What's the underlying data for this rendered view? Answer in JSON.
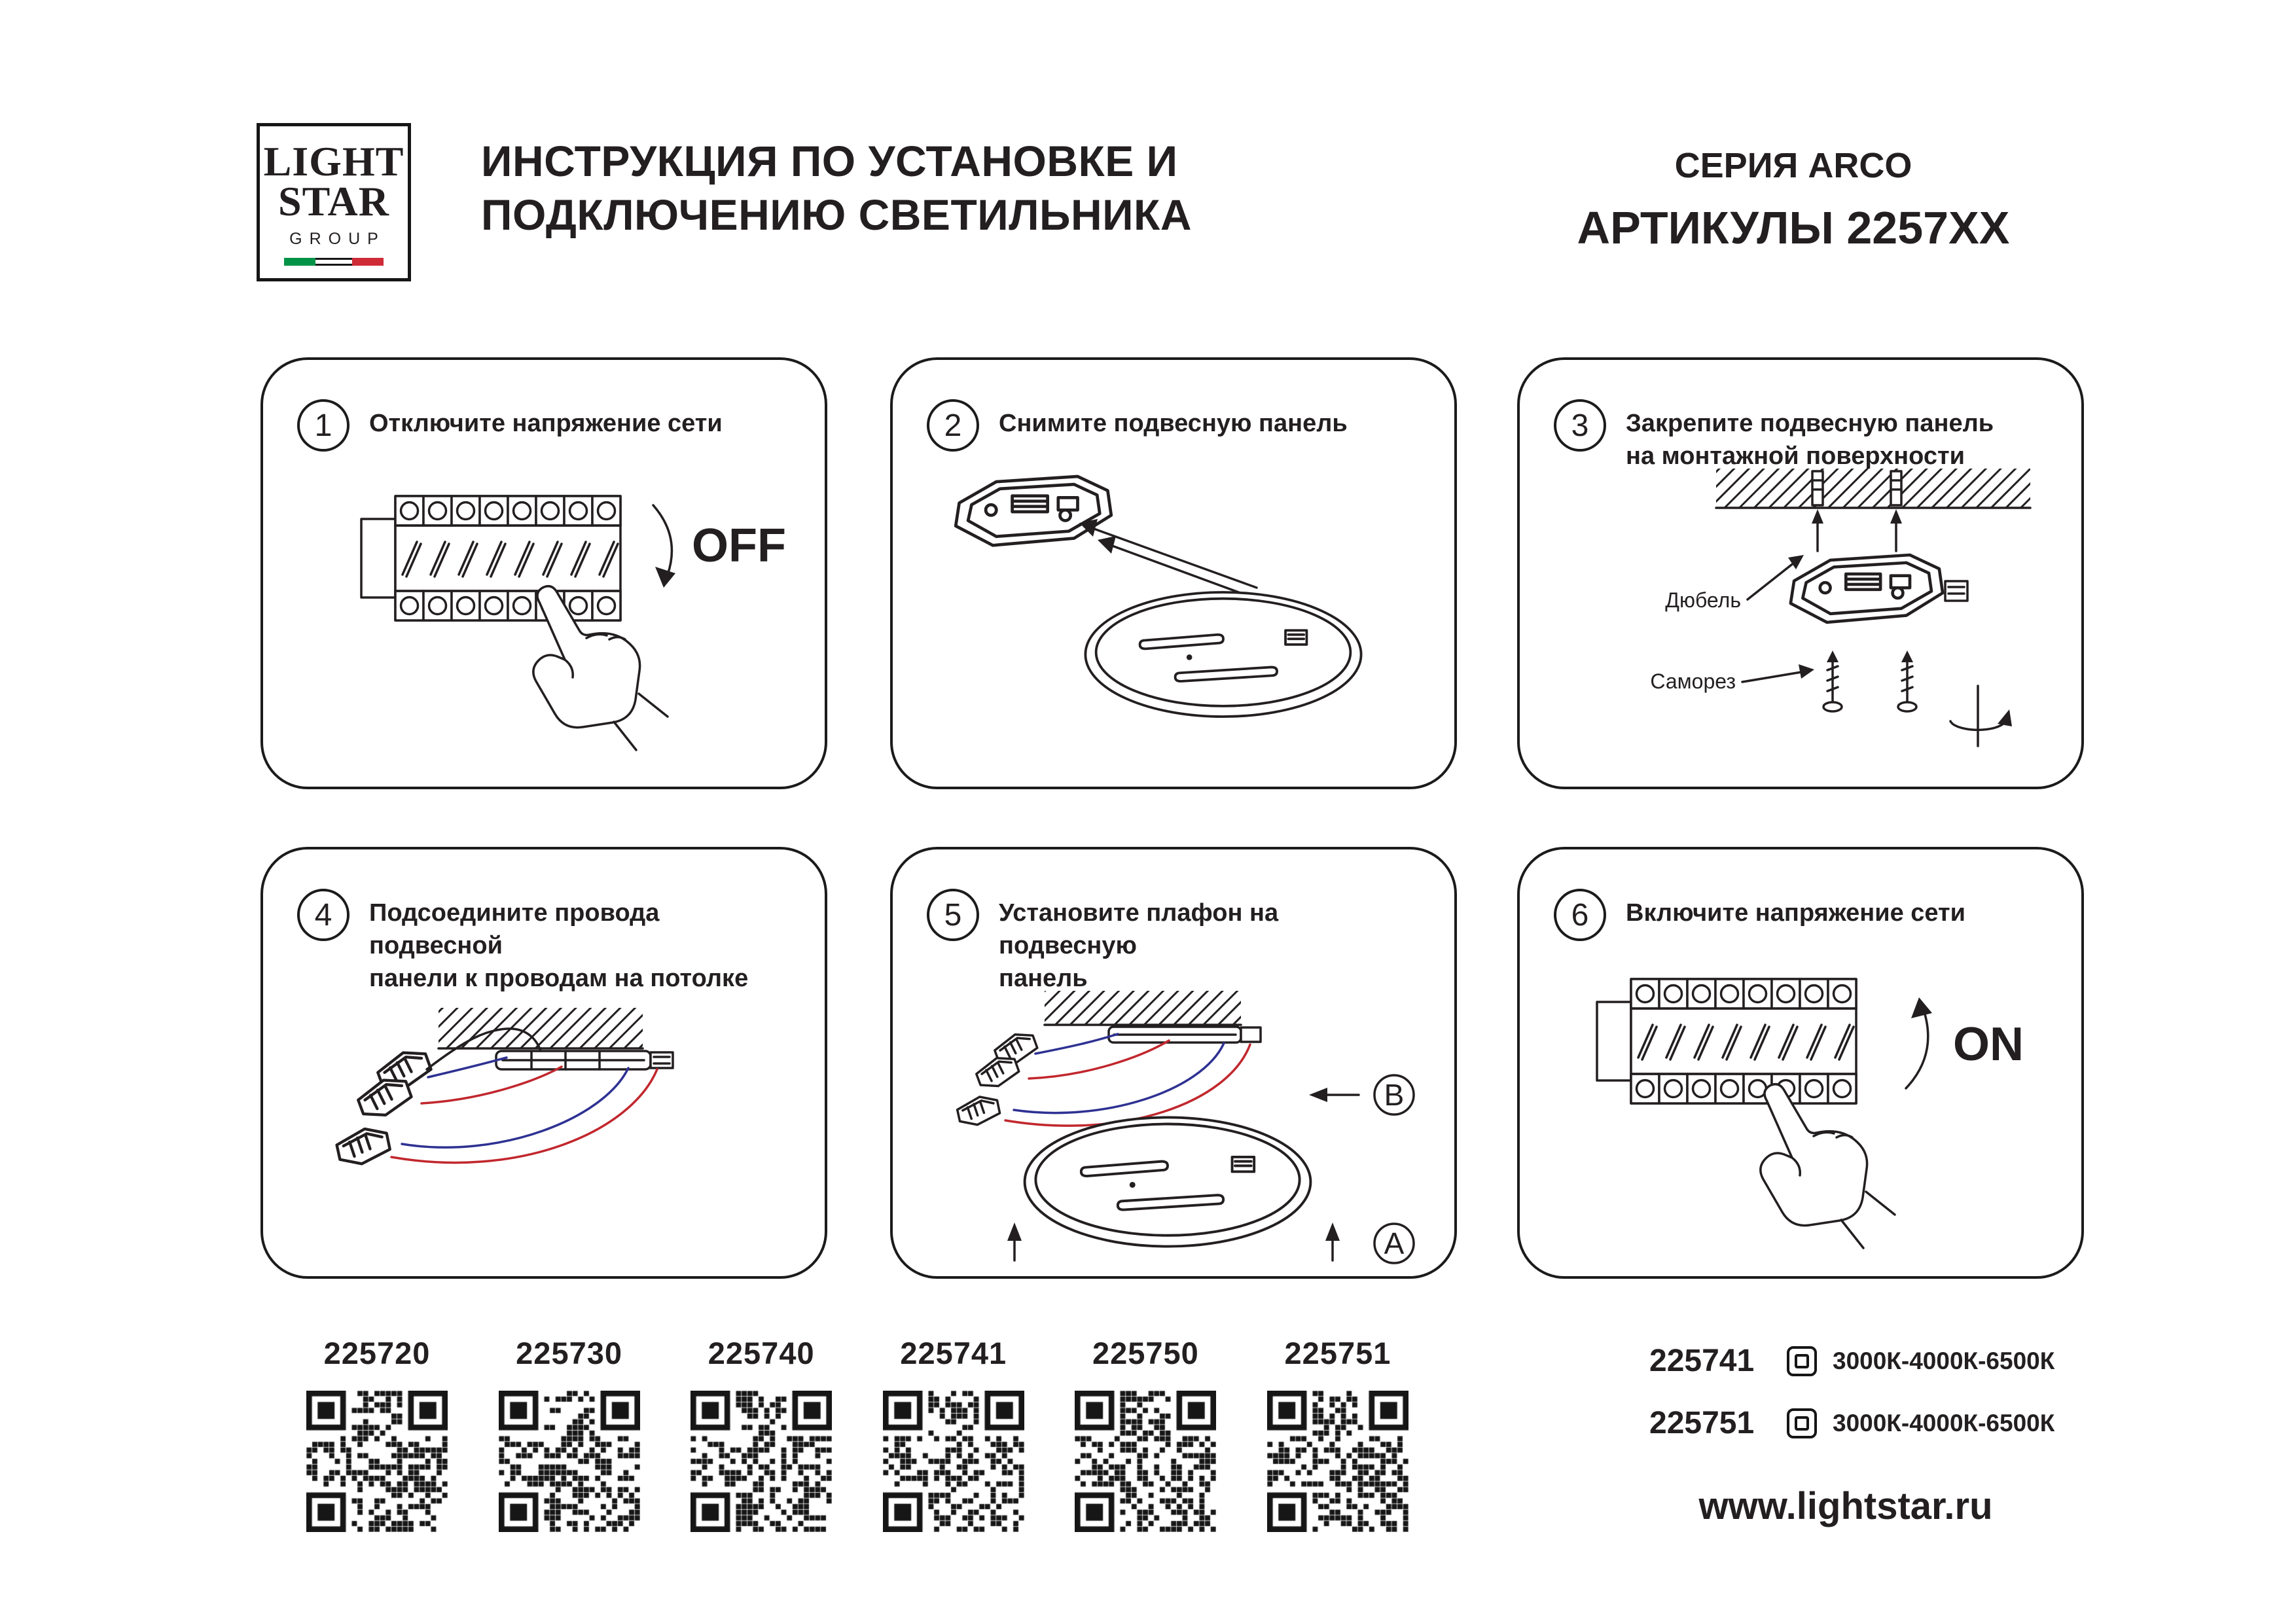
{
  "header": {
    "logo": {
      "line1": "LIGHT",
      "line2": "STAR",
      "line3": "GROUP"
    },
    "title_line1": "ИНСТРУКЦИЯ ПО УСТАНОВКЕ И",
    "title_line2": "ПОДКЛЮЧЕНИЮ СВЕТИЛЬНИКА",
    "series": "СЕРИЯ ARCO",
    "articles_title": "АРТИКУЛЫ 2257XX"
  },
  "steps": [
    {
      "number": "1",
      "text_lines": [
        "Отключите напряжение сети"
      ],
      "annotation": "OFF"
    },
    {
      "number": "2",
      "text_lines": [
        "Снимите подвесную панель"
      ]
    },
    {
      "number": "3",
      "text_lines": [
        "Закрепите подвесную панель",
        "на монтажной поверхности"
      ],
      "labels": {
        "dowel": "Дюбель",
        "screw": "Саморез"
      }
    },
    {
      "number": "4",
      "text_lines": [
        "Подсоедините провода подвесной",
        "панели к проводам на потолке"
      ]
    },
    {
      "number": "5",
      "text_lines": [
        "Установите плафон на подвесную",
        "панель"
      ],
      "labels": {
        "b": "B",
        "a": "A"
      }
    },
    {
      "number": "6",
      "text_lines": [
        "Включите напряжение сети"
      ],
      "annotation": "ON"
    }
  ],
  "qr_row": [
    {
      "article": "225720"
    },
    {
      "article": "225730"
    },
    {
      "article": "225740"
    },
    {
      "article": "225741"
    },
    {
      "article": "225750"
    },
    {
      "article": "225751"
    }
  ],
  "footer": {
    "variants": [
      {
        "article": "225741",
        "temps": "3000К-4000К-6500К"
      },
      {
        "article": "225751",
        "temps": "3000К-4000К-6500К"
      }
    ],
    "website": "www.lightstar.ru"
  },
  "colors": {
    "ink": "#231f20",
    "wire_red": "#c1272d",
    "wire_blue": "#2e3192",
    "flag_green": "#009246",
    "flag_red": "#ce2b37"
  }
}
